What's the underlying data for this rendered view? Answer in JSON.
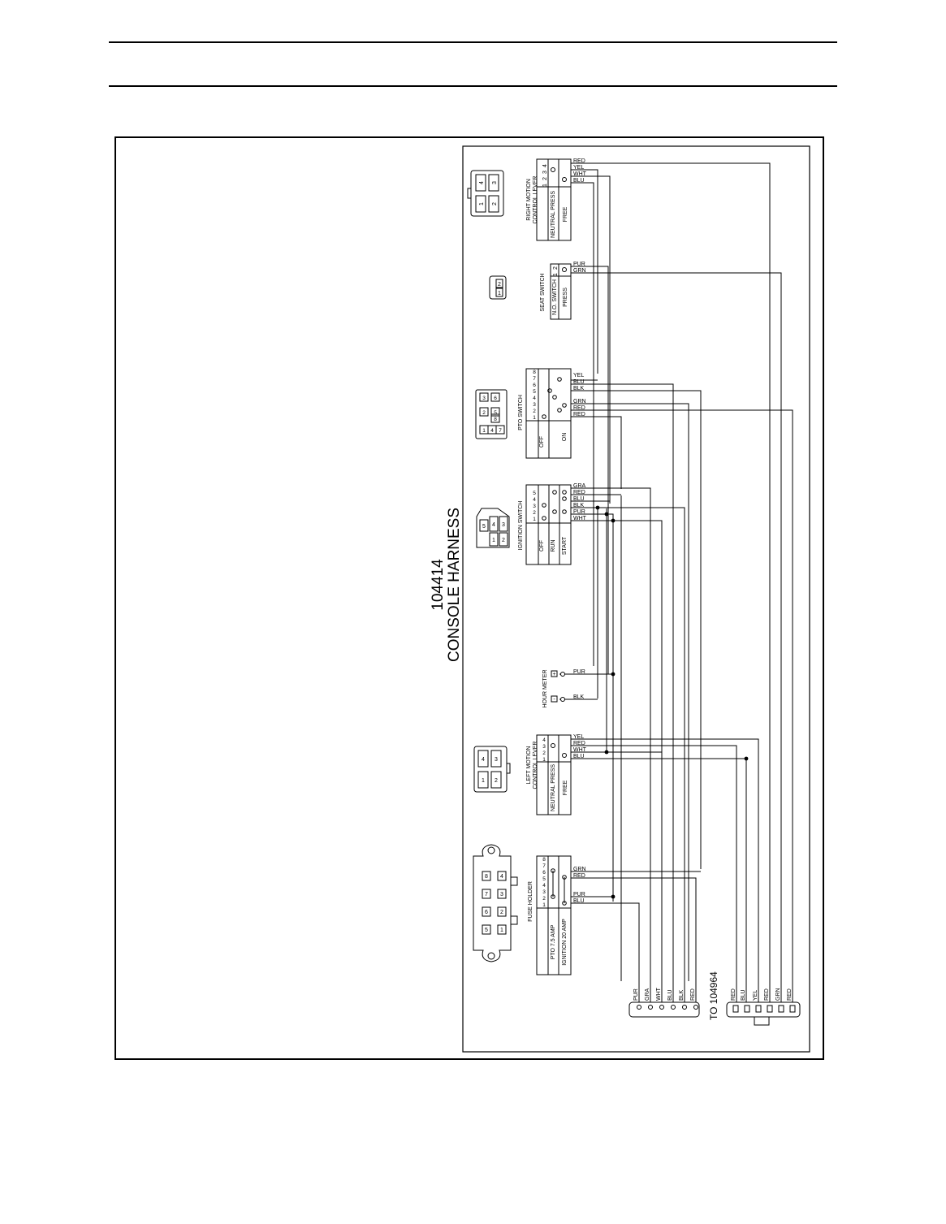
{
  "diagram": {
    "part_number": "104414",
    "title": "CONSOLE HARNESS",
    "destination": "TO  104964",
    "components": {
      "right_lever": {
        "name_line1": "RIGHT MOTION",
        "name_line2": "CONTROL LEVER",
        "states": [
          "NEUTRAL PRESS",
          "FREE"
        ],
        "pins": [
          "1",
          "2",
          "3",
          "4"
        ],
        "wires": [
          "RED",
          "YEL",
          "WHT",
          "BLU"
        ],
        "pinout": [
          "4",
          "3",
          "1",
          "2"
        ]
      },
      "seat_switch": {
        "name": "SEAT SWITCH",
        "states": [
          "N.O. SWITCH",
          "PRESS"
        ],
        "pins": [
          "1",
          "2"
        ],
        "wires": [
          "PUR",
          "GRN"
        ],
        "pinout": [
          "1",
          "2"
        ]
      },
      "pto_switch": {
        "name": "PTO SWITCH",
        "states": [
          "OFF",
          "ON"
        ],
        "pins": [
          "1",
          "2",
          "3",
          "4",
          "5",
          "6",
          "7",
          "8"
        ],
        "wires": [
          "YEL",
          "BLU",
          "BLK",
          "GRN",
          "RED",
          "RED"
        ],
        "pinout": [
          "3",
          "6",
          "2",
          "5",
          "8",
          "1",
          "4",
          "7"
        ]
      },
      "ignition_switch": {
        "name": "IGNITION SWITCH",
        "states": [
          "OFF",
          "RUN",
          "START"
        ],
        "pins": [
          "1",
          "2",
          "3",
          "4",
          "5"
        ],
        "wires": [
          "GRA",
          "RED",
          "BLU",
          "BLK",
          "PUR",
          "WHT"
        ],
        "pinout": [
          "5",
          "4",
          "3",
          "1",
          "2"
        ]
      },
      "hour_meter": {
        "name": "HOUR  METER",
        "plus": "+",
        "minus": "-",
        "wires": [
          "PUR",
          "BLK"
        ]
      },
      "left_lever": {
        "name_line1": "LEFT MOTION",
        "name_line2": "CONTROL LEVER",
        "states": [
          "NEUTRAL PRESS",
          "FREE"
        ],
        "pins": [
          "1",
          "2",
          "3",
          "4"
        ],
        "wires": [
          "YEL",
          "RED",
          "WHT",
          "BLU"
        ],
        "pinout": [
          "4",
          "3",
          "1",
          "2"
        ]
      },
      "fuse_holder": {
        "name": "FUSE HOLDER",
        "fuses": [
          "PTO  7.5  AMP",
          "IGNITION  20  AMP"
        ],
        "pins": [
          "1",
          "2",
          "3",
          "4",
          "5",
          "6",
          "7",
          "8"
        ],
        "wires": [
          "GRN",
          "RED",
          "PUR",
          "BLU"
        ],
        "pinout_top": [
          "8",
          "7",
          "6",
          "5"
        ],
        "pinout_bottom": [
          "4",
          "3",
          "2",
          "1"
        ]
      }
    },
    "connector_a": {
      "wires": [
        "PUR",
        "GRA",
        "WHT",
        "BLU",
        "BLK",
        "RED"
      ]
    },
    "connector_b": {
      "wires": [
        "RED",
        "BLU",
        "YEL",
        "RED",
        "GRN",
        "RED"
      ]
    }
  }
}
